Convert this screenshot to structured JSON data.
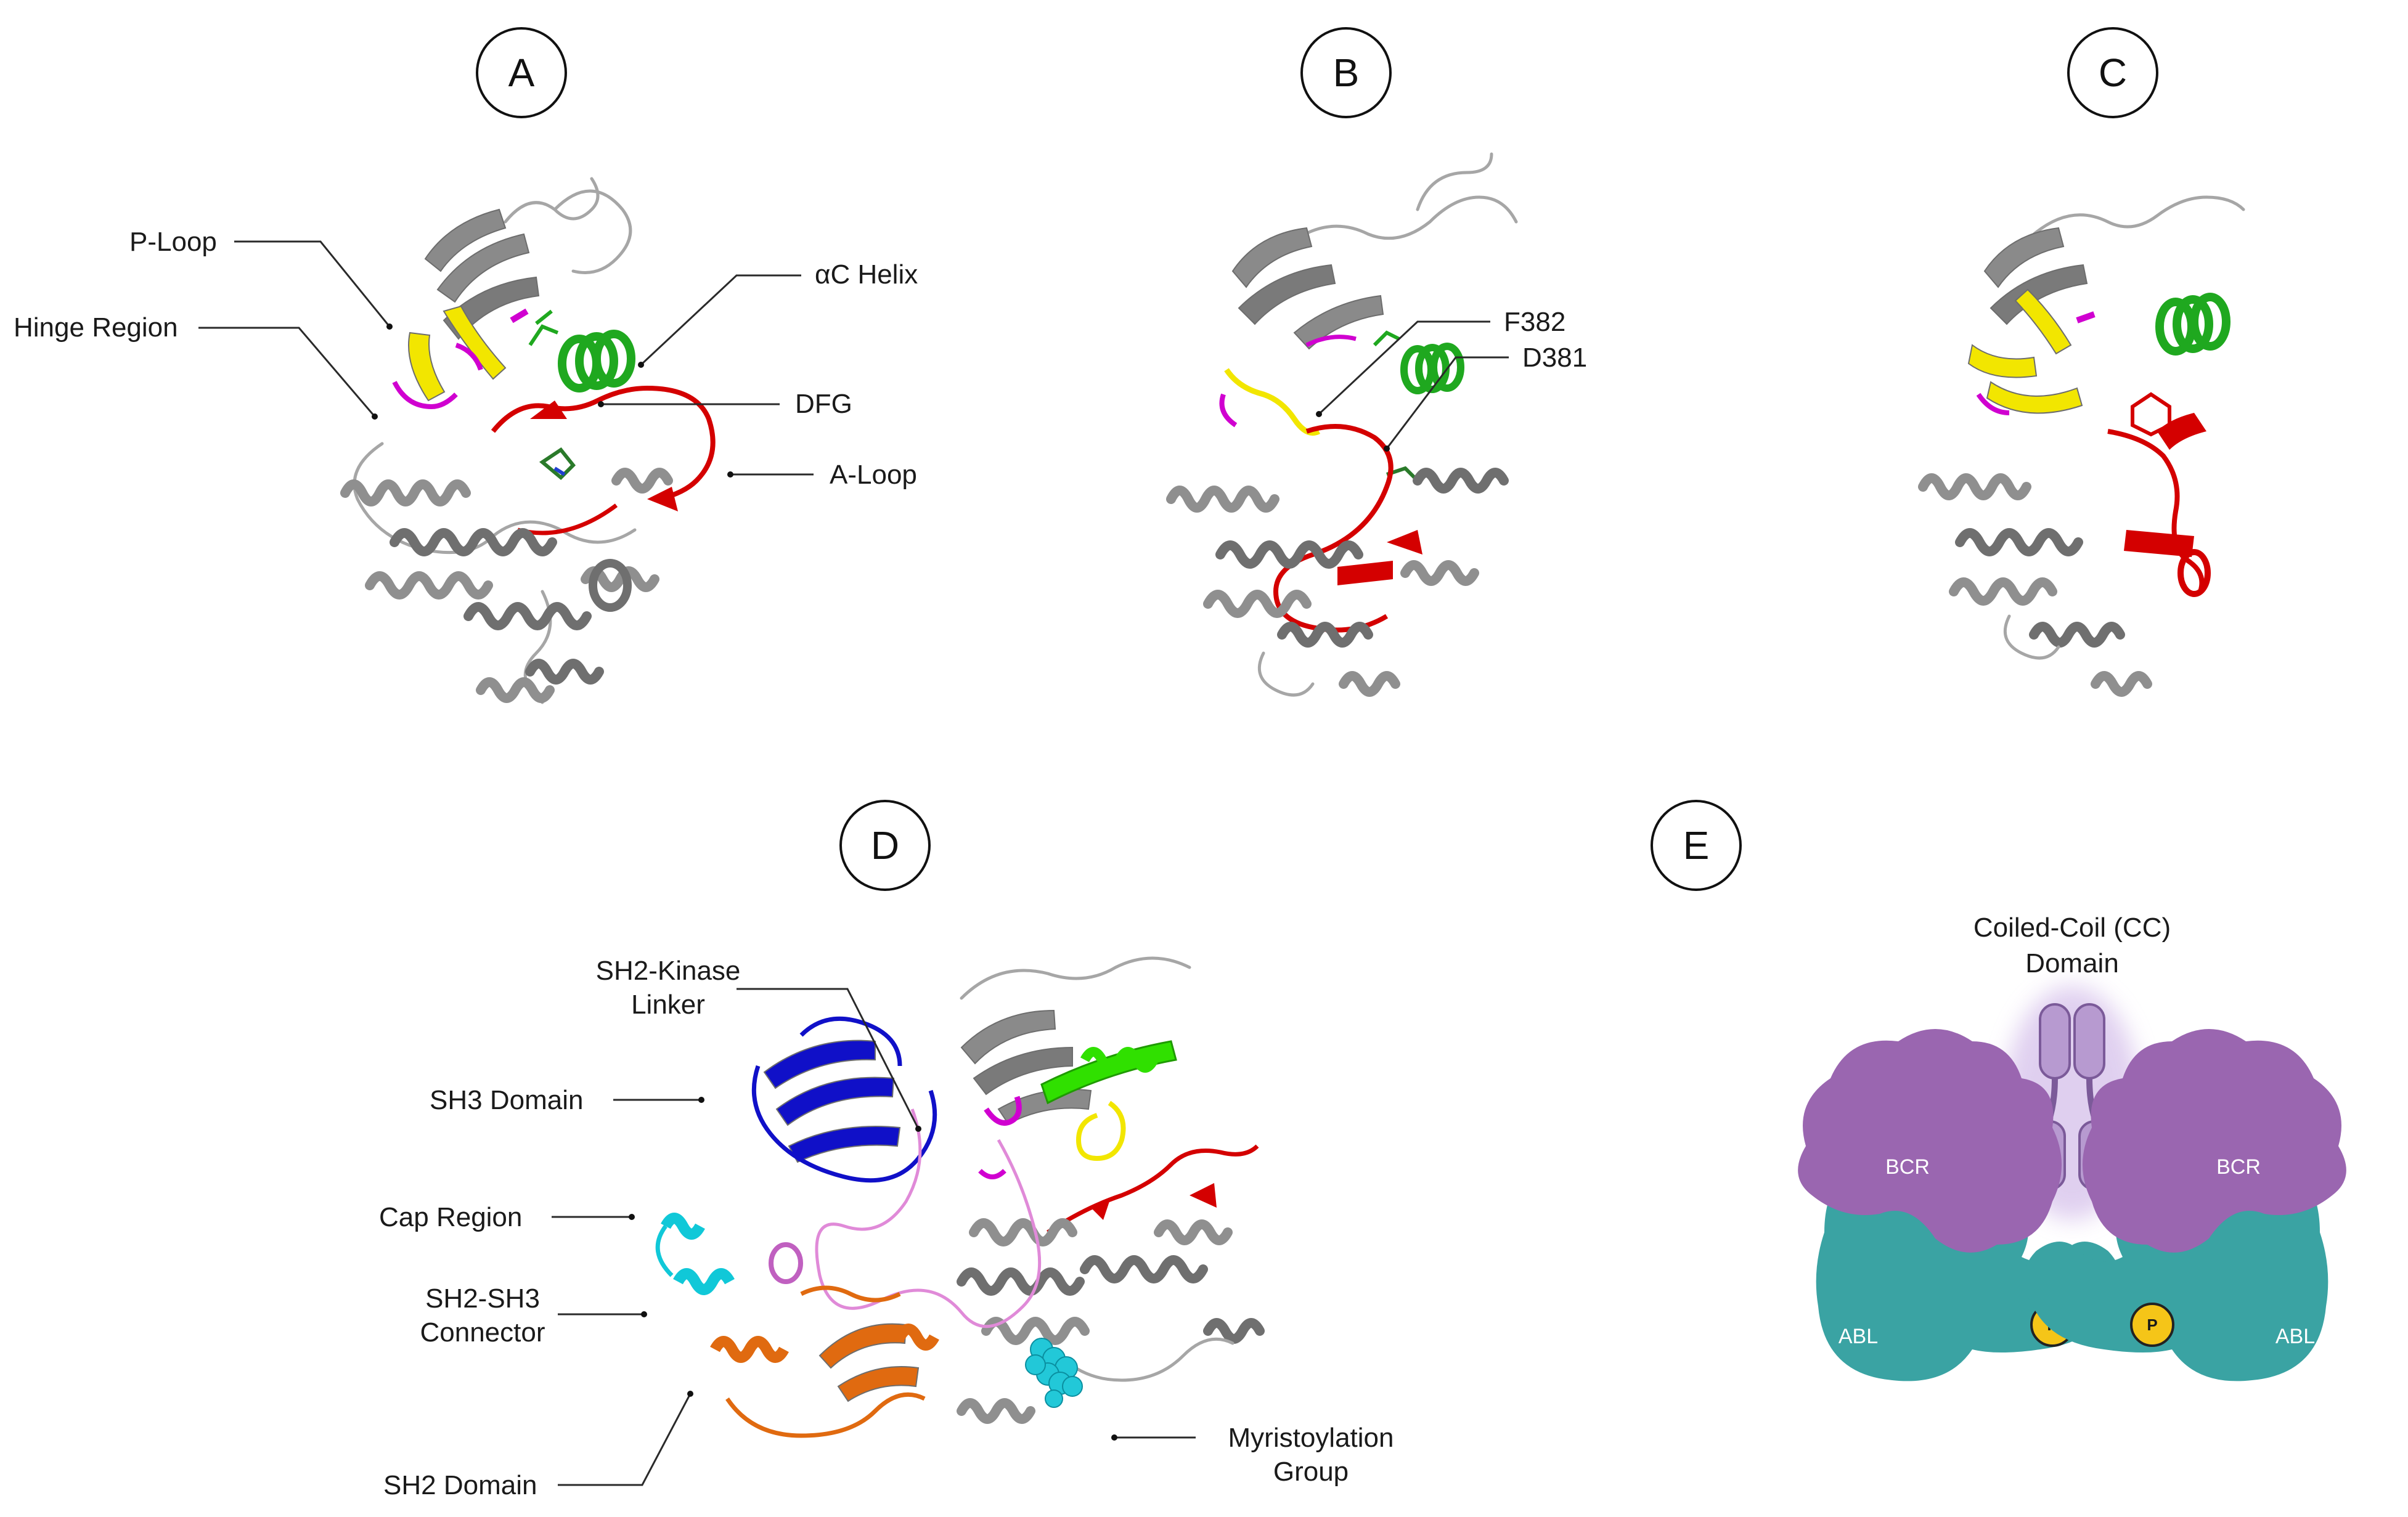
{
  "panels": {
    "a": {
      "letter": "A",
      "labels": {
        "p_loop": "P-Loop",
        "hinge": "Hinge Region",
        "ac_helix": "αC Helix",
        "dfg": "DFG",
        "a_loop": "A-Loop"
      }
    },
    "b": {
      "letter": "B",
      "labels": {
        "f382": "F382",
        "d381": "D381"
      }
    },
    "c": {
      "letter": "C"
    },
    "d": {
      "letter": "D",
      "labels": {
        "linker_line1": "SH2-Kinase",
        "linker_line2": "Linker",
        "sh3": "SH3 Domain",
        "cap": "Cap Region",
        "connector_line1": "SH2-SH3",
        "connector_line2": "Connector",
        "sh2": "SH2 Domain",
        "myr_line1": "Myristoylation",
        "myr_line2": "Group"
      }
    },
    "e": {
      "letter": "E",
      "labels": {
        "cc_line1": "Coiled-Coil (CC)",
        "cc_line2": "Domain",
        "bcr_left": "BCR",
        "bcr_right": "BCR",
        "abl_left": "ABL",
        "abl_right": "ABL",
        "p_left": "P",
        "p_right": "P"
      }
    }
  },
  "colors": {
    "protein_gray": "#8f8f8f",
    "p_loop_yellow": "#f2e600",
    "hinge_magenta": "#d000d0",
    "helix_green": "#1fa81f",
    "a_loop_red": "#d40000",
    "sh3_blue": "#1010c8",
    "cap_cyan": "#10c8d8",
    "sh2_orange": "#e06a10",
    "linker_pink": "#e08ad8",
    "kinase_green": "#30e000",
    "bcr_purple": "#9a66b0",
    "abl_teal": "#3aa3a3",
    "cc_lilac": "#b79ad0",
    "phospho_yellow": "#f5c518"
  }
}
